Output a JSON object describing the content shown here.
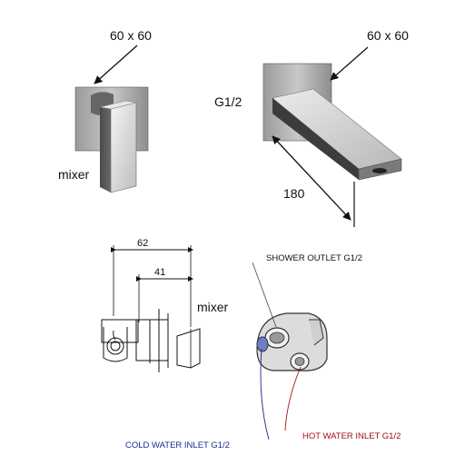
{
  "labels": {
    "mixer_plate_dim": "60 x 60",
    "spout_plate_dim": "60 x 60",
    "thread_size": "G1/2",
    "mixer_caption": "mixer",
    "spout_length": "180",
    "depth_total": "62",
    "depth_plate": "41",
    "mixer_section_caption": "mixer",
    "shower_outlet": "SHOWER OUTLET G1/2",
    "cold_inlet": "COLD  WATER INLET G1/2",
    "hot_inlet": "HOT WATER INLET G1/2"
  },
  "colors": {
    "cold": "#1a2a8a",
    "hot": "#a01010",
    "line": "#111111"
  }
}
